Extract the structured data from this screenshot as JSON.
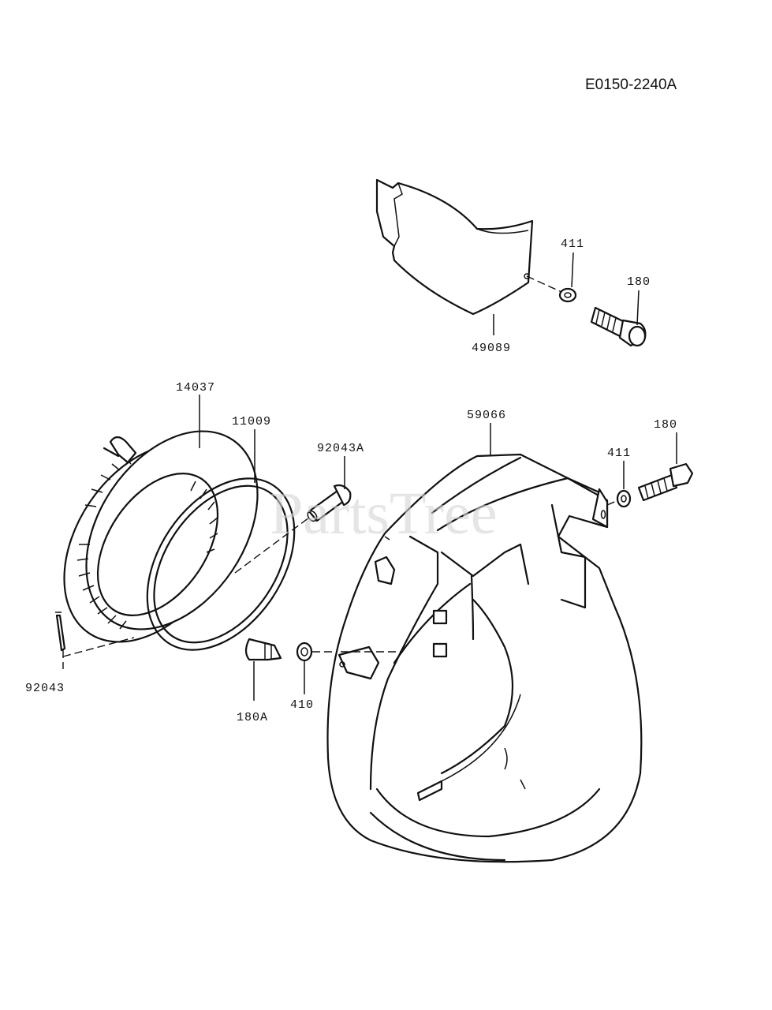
{
  "diagram_code": "E0150-2240A",
  "watermark": "PartsTree",
  "parts": [
    {
      "id": "p49089",
      "label": "49089"
    },
    {
      "id": "p411a",
      "label": "411"
    },
    {
      "id": "p180a",
      "label": "180"
    },
    {
      "id": "p14037",
      "label": "14037"
    },
    {
      "id": "p11009",
      "label": "11009"
    },
    {
      "id": "p92043A",
      "label": "92043A"
    },
    {
      "id": "p59066",
      "label": "59066"
    },
    {
      "id": "p411b",
      "label": "411"
    },
    {
      "id": "p180b",
      "label": "180"
    },
    {
      "id": "p92043",
      "label": "92043"
    },
    {
      "id": "p180A",
      "label": "180A"
    },
    {
      "id": "p410",
      "label": "410"
    }
  ]
}
